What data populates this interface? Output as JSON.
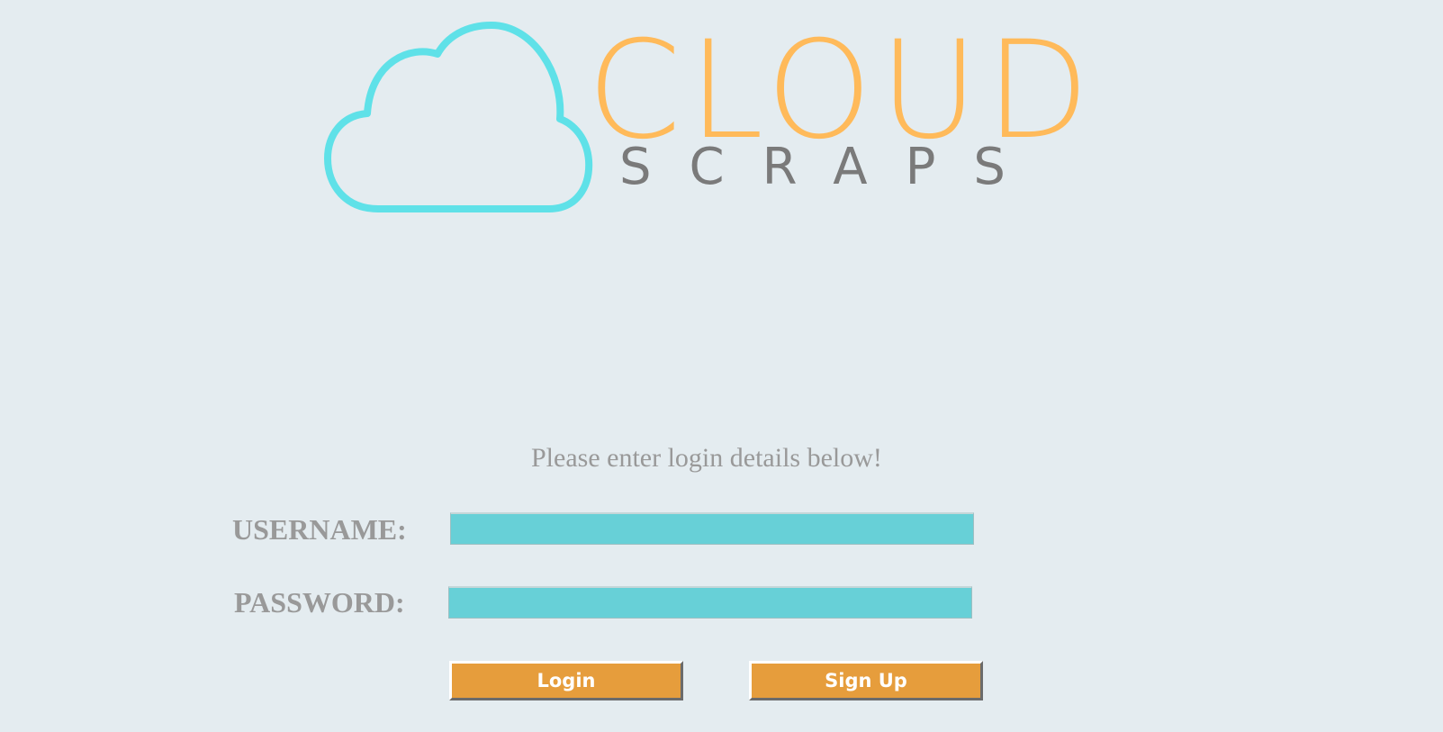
{
  "logo": {
    "word": "CLOUD",
    "sub": "SCRAPS",
    "cloud_color": "#5fe1e8",
    "word_color": "#ffba5a",
    "sub_color": "#7a7a7a"
  },
  "login": {
    "prompt": "Please enter login details below!",
    "username_label": "USERNAME:",
    "password_label": "PASSWORD:",
    "username_value": "",
    "password_value": "",
    "login_button": "Login",
    "signup_button": "Sign Up"
  },
  "colors": {
    "background": "#e4ecf0",
    "input_fill": "#67d0d7",
    "button_fill": "#e69d3c",
    "label_text": "#999999"
  }
}
